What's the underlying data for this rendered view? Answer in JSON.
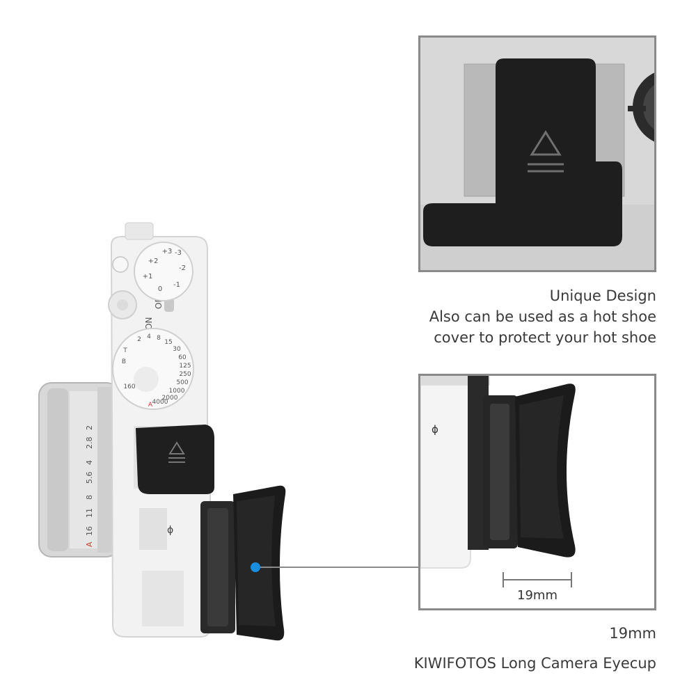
{
  "captions": {
    "unique_design": "Unique Design",
    "hot_shoe_line1": "Also can be used as a hot shoe",
    "hot_shoe_line2": "cover to protect your hot shoe",
    "length_label": "19mm",
    "product_name": "KIWIFOTOS Long Camera Eyecup"
  },
  "detail_panel": {
    "dimension_label": "19mm",
    "camera_symbol": "ɸ"
  },
  "camera": {
    "power_on": "ON",
    "power_off": "OFF",
    "exposure_dial": [
      "+2",
      "+3",
      "+1",
      "0",
      "-1",
      "-2",
      "-3"
    ],
    "shutter_dial": [
      "2",
      "4",
      "8",
      "15",
      "30",
      "60",
      "125",
      "250",
      "500",
      "1000",
      "2000",
      "4000",
      "B",
      "T",
      "A"
    ],
    "shutter_dial_marked": "160",
    "aperture_ring": [
      "2",
      "2.8",
      "4",
      "5.6",
      "8",
      "11",
      "16",
      "A"
    ],
    "symbol": "ɸ"
  },
  "colors": {
    "panel_border": "#8a8a8a",
    "accent_dot": "#1a8fe0",
    "eyecup": "#1f1f1f",
    "camera_body": "#f2f2f2"
  }
}
